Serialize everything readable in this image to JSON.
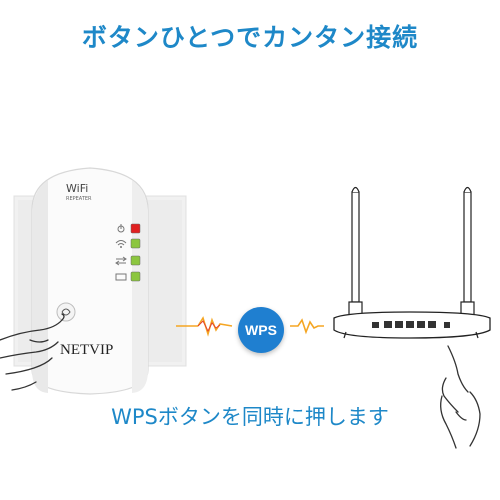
{
  "headline": "ボタンひとつでカンタン接続",
  "caption": "WPSボタンを同時に押します",
  "wps_badge": "WPS",
  "repeater": {
    "wifi_logo": "WiFi",
    "wifi_sublabel": "REPEATER",
    "brand": "NETVIP",
    "leds": [
      {
        "icon": "power-icon",
        "color": "#e02020"
      },
      {
        "icon": "wifi-signal-icon",
        "color": "#8cc63f"
      },
      {
        "icon": "lan-arrows-icon",
        "color": "#8cc63f"
      },
      {
        "icon": "ethernet-port-icon",
        "color": "#8cc63f"
      }
    ]
  },
  "colors": {
    "accent": "#1e88c8",
    "wps_badge": "#1f7fd0",
    "signal_wave": "#f5a623"
  }
}
